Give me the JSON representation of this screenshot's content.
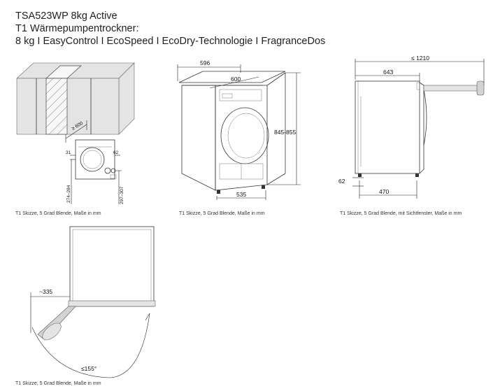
{
  "header": {
    "line1": "TSA523WP 8kg Active",
    "line2": "T1 Wärmepumpentrockner:",
    "line3": "8 kg I EasyControl I EcoSpeed I EcoDry-Technologie I FragranceDos"
  },
  "fig1": {
    "caption": "T1 Skizze, 5 Grad Blende, Maße in mm",
    "niche_width": "≥ 600",
    "side_left": "31",
    "side_right": "62",
    "height_left": "274–284",
    "height_right": "297–307"
  },
  "fig2": {
    "caption": "T1 Skizze, 5 Grad Blende, Maße in mm",
    "top_width": "596",
    "inner_width": "600",
    "height": "845-855",
    "base_width": "535"
  },
  "fig3": {
    "caption": "T1 Skizze, 5 Grad Blende, mit Sichtfenster, Maße in mm",
    "total_depth": "≤ 1210",
    "depth": "643",
    "foot_offset": "62",
    "foot_distance": "470"
  },
  "fig4": {
    "caption": "T1 Skizze, 5 Grad Blende, Maße in mm",
    "door_projection": "~335",
    "door_angle": "≤155°"
  }
}
